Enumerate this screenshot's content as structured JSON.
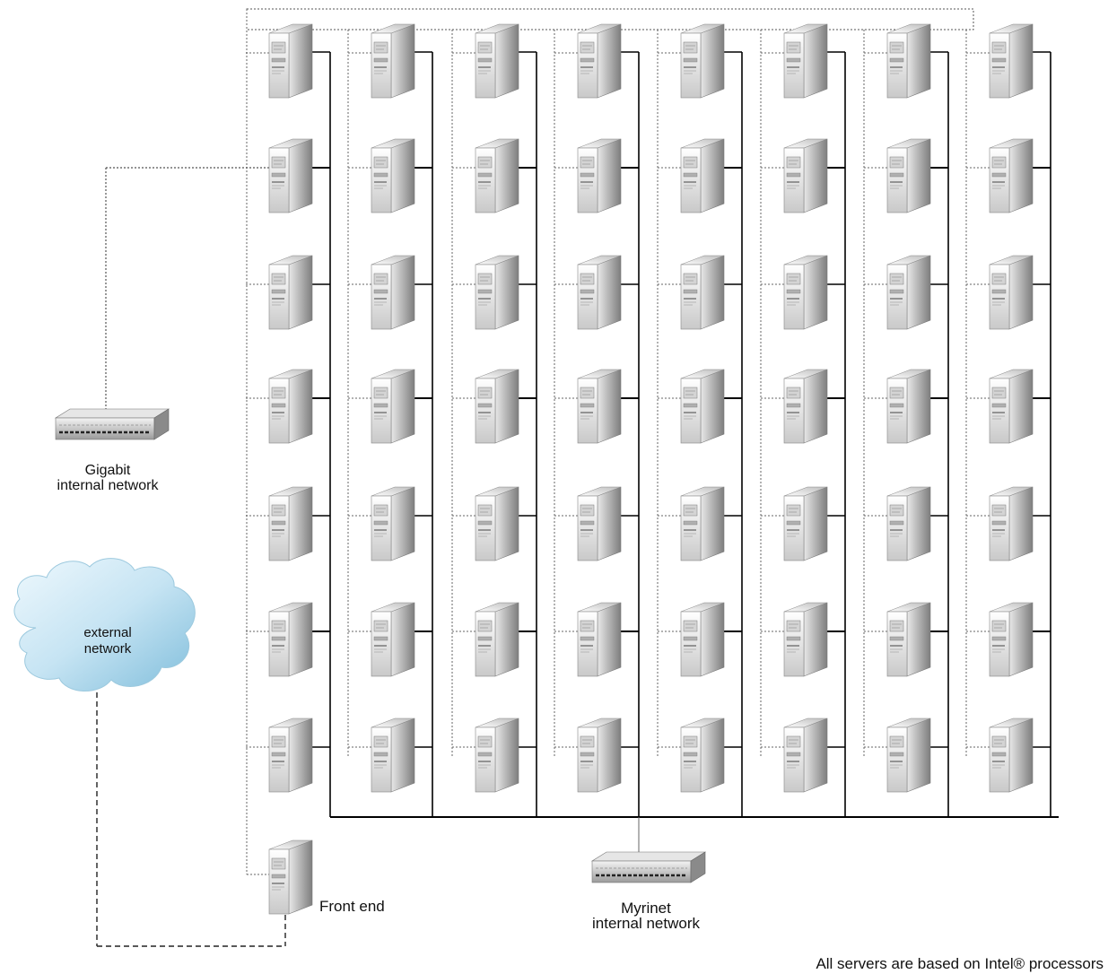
{
  "gigabit_switch": {
    "line1": "Gigabit",
    "line2": "internal network"
  },
  "external_network": {
    "line1": "external",
    "line2": "network"
  },
  "front_end": {
    "label": "Front end"
  },
  "myrinet_switch": {
    "line1": "Myrinet",
    "line2": "internal network"
  },
  "footnote": {
    "text": "All servers are based on Intel® processors"
  },
  "cluster": {
    "columns": 8,
    "rows": 7
  },
  "icons": {
    "server": "server-tower-icon",
    "switch": "network-switch-icon",
    "cloud": "cloud-icon"
  },
  "colors": {
    "line": "#000000",
    "dotted": "#555555",
    "cloud_light": "#e2f2fb",
    "cloud_dark": "#8ec5e0",
    "server_light": "#f2f2f2",
    "server_dark": "#8a8a8a"
  }
}
